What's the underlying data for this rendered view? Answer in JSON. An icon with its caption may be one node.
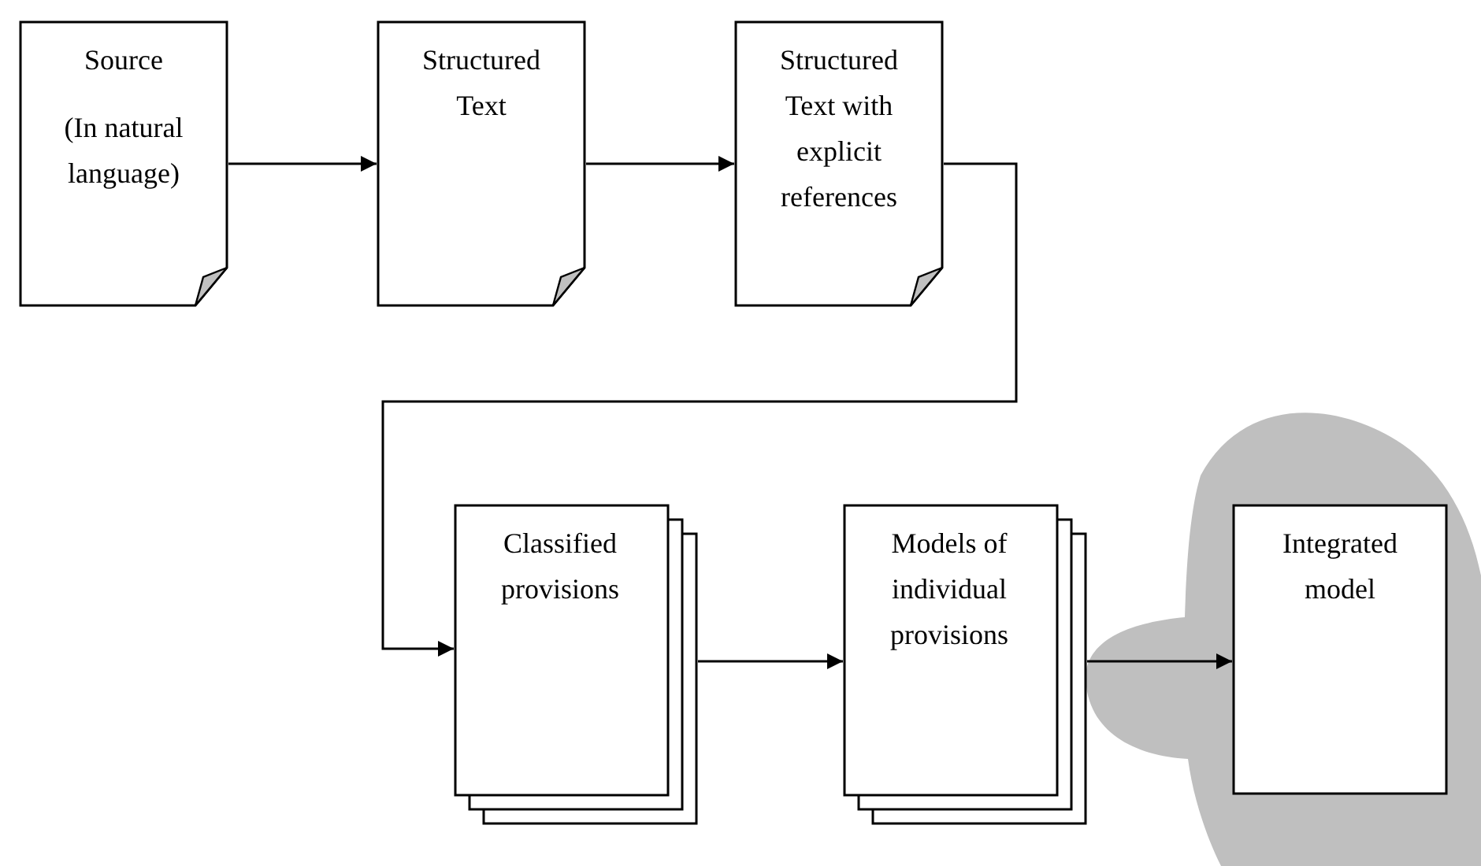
{
  "diagram": {
    "nodes": [
      {
        "text": [
          "Source",
          "(In natural language)"
        ]
      },
      {
        "text": [
          "Structured Text"
        ]
      },
      {
        "text": [
          "Structured Text with explicit references"
        ]
      },
      {
        "text": [
          "Classified provisions"
        ]
      },
      {
        "text": [
          "Models of individual provisions"
        ]
      },
      {
        "text": [
          "Integrated model"
        ]
      }
    ],
    "edges": [
      {
        "from": 0,
        "to": 1,
        "arrow": "to"
      },
      {
        "from": 1,
        "to": 2,
        "arrow": "to"
      },
      {
        "from": 2,
        "to": 3,
        "arrow": "to"
      },
      {
        "from": 3,
        "to": 4,
        "arrow": "to"
      },
      {
        "from": 4,
        "to": 5,
        "arrow": "to"
      }
    ]
  }
}
